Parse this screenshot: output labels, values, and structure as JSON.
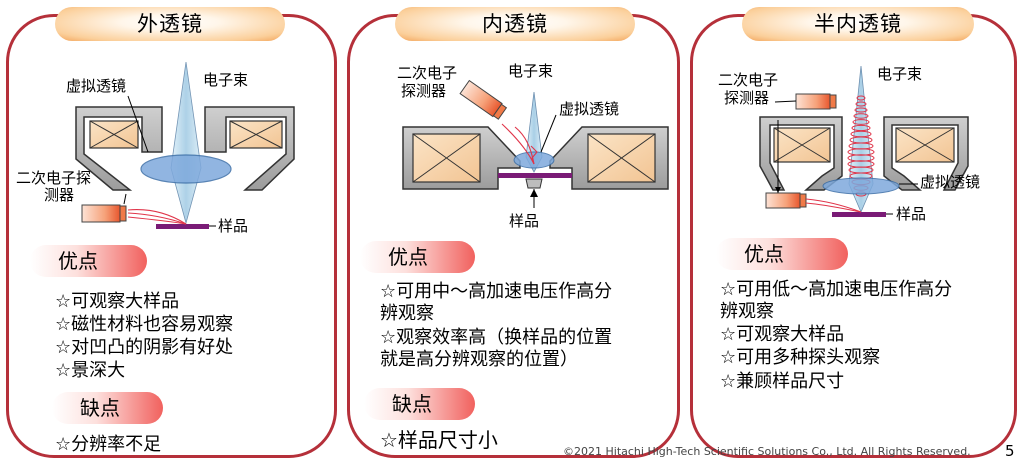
{
  "panels": [
    {
      "title": "外透镜",
      "labels": {
        "virtual_lens": "虚拟透镜",
        "electron_beam": "电子束",
        "detector_line1": "二次电子探",
        "detector_line2": "测器",
        "sample": "样品"
      },
      "pros_title": "优点",
      "pros": [
        "☆可观察大样品",
        "☆磁性材料也容易观察",
        "☆对凹凸的阴影有好处",
        "☆景深大"
      ],
      "cons_title": "缺点",
      "cons": [
        "☆分辨率不足"
      ]
    },
    {
      "title": "内透镜",
      "labels": {
        "detector_line1": "二次电子",
        "detector_line2": "探测器",
        "electron_beam": "电子束",
        "virtual_lens": "虚拟透镜",
        "sample": "样品"
      },
      "pros_title": "优点",
      "pros": [
        "☆可用中～高加速电压作高分",
        "辨观察",
        "☆观察效率高（换样品的位置",
        "就是高分辨观察的位置）"
      ],
      "cons_title": "缺点",
      "cons": [
        "☆样品尺寸小"
      ]
    },
    {
      "title": "半内透镜",
      "labels": {
        "detector_line1": "二次电子",
        "detector_line2": "探测器",
        "electron_beam": "电子束",
        "virtual_lens": "虚拟透镜",
        "sample": "样品"
      },
      "pros_title": "优点",
      "pros": [
        "☆可用低～高加速电压作高分",
        "辨观察",
        "☆可观察大样品",
        "☆可用多种探头观察",
        "☆兼顾样品尺寸"
      ]
    }
  ],
  "footer": "©2021 Hitachi High-Tech Scientific Solutions Co., Ltd. All Rights Reserved.",
  "page_number": "5",
  "colors": {
    "border": "#b5303a",
    "lens": "#7ea9dc",
    "sample": "#7a1b76",
    "beam": "#cfe3f3",
    "detector": "#f07a48"
  }
}
